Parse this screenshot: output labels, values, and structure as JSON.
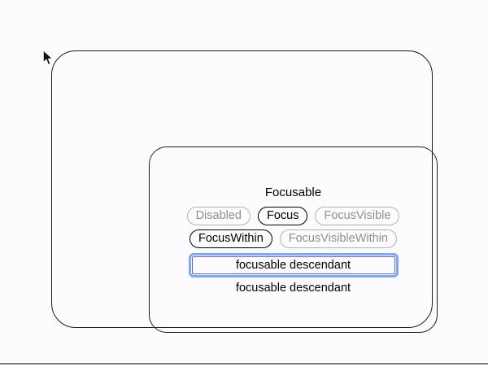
{
  "demo": {
    "heading": "Focusable",
    "pills": [
      {
        "label": "Disabled",
        "state": "inactive"
      },
      {
        "label": "Focus",
        "state": "active"
      },
      {
        "label": "FocusVisible",
        "state": "inactive"
      },
      {
        "label": "FocusWithin",
        "state": "active"
      },
      {
        "label": "FocusVisibleWithin",
        "state": "inactive"
      }
    ],
    "focused_descendant": {
      "label": "focusable descendant",
      "focus_ring_color": "#7ea9f8",
      "border_color": "#4a6fd4"
    },
    "plain_descendant": {
      "label": "focusable descendant"
    }
  },
  "page": {
    "background_color": "#fdfbfd",
    "box_border_color": "#1d1d20",
    "inactive_pill_color": "#8f8f92",
    "active_pill_color": "#000000",
    "divider_color": "#7d7d82"
  },
  "cursor": {
    "type": "arrow-pointer"
  }
}
